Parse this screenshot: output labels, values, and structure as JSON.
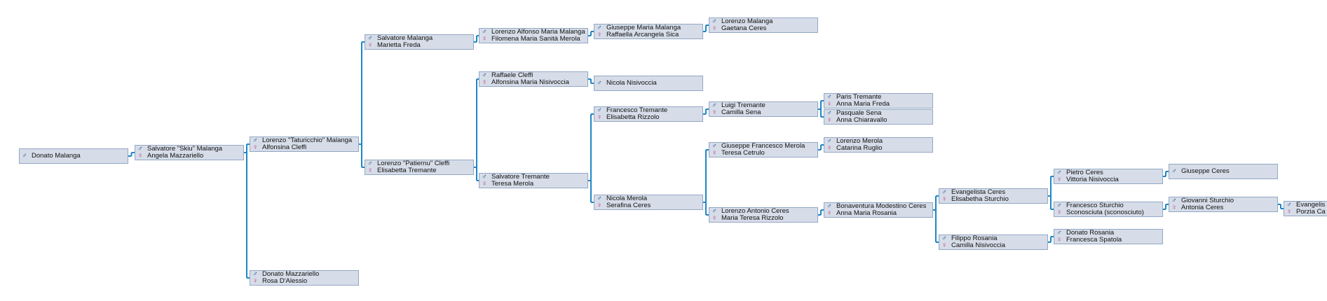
{
  "symbols": {
    "male": "♂",
    "female": "♀"
  },
  "colors": {
    "connector": "#1e86c4",
    "box_fill": "#d6dde8",
    "box_border": "#93a7c4",
    "male": "#1f4f9c",
    "female": "#c0287a"
  },
  "nodes": [
    {
      "id": "donato",
      "male": "Donato Malanga"
    },
    {
      "id": "salvatore-skiu",
      "male": "Salvatore \"Skiu\" Malanga",
      "female": "Angela Mazzariello"
    },
    {
      "id": "lorenzo-taturicchio",
      "male": "Lorenzo \"Taturicchio\" Malanga",
      "female": "Alfonsina Cleffi"
    },
    {
      "id": "donato-mazzariello",
      "male": "Donato Mazzariello",
      "female": "Rosa D'Alessio"
    },
    {
      "id": "salvatore-malanga",
      "male": "Salvatore Malanga",
      "female": "Marietta Freda"
    },
    {
      "id": "lorenzo-patiernu",
      "male": "Lorenzo \"Patiernu\" Cleffi",
      "female": "Elisabetta Tremante"
    },
    {
      "id": "lorenzo-alfonso",
      "male": "Lorenzo Alfonso Maria Malanga",
      "female": "Filomena Maria Sanità Merola"
    },
    {
      "id": "raffaele-cleffi",
      "male": "Raffaele Cleffi",
      "female": "Alfonsina Maria Nisivoccia"
    },
    {
      "id": "salvatore-tremante",
      "male": "Salvatore Tremante",
      "female": "Teresa Merola"
    },
    {
      "id": "giuseppe-maria",
      "male": "Giuseppe Maria Malanga",
      "female": "Raffaella Arcangela Sica"
    },
    {
      "id": "nicola-nisivoccia",
      "male": "Nicola Nisivoccia"
    },
    {
      "id": "francesco-tremante",
      "male": "Francesco Tremante",
      "female": "Elisabetta Rizzolo"
    },
    {
      "id": "nicola-merola",
      "male": "Nicola Merola",
      "female": "Serafina Ceres"
    },
    {
      "id": "lorenzo-malanga",
      "male": "Lorenzo Malanga",
      "female": "Gaetana Ceres"
    },
    {
      "id": "luigi-tremante",
      "male": "Luigi Tremante",
      "female": "Camilla Sena"
    },
    {
      "id": "giuseppe-francesco",
      "male": "Giuseppe Francesco Merola",
      "female": "Teresa Cetrulo"
    },
    {
      "id": "lorenzo-antonio",
      "male": "Lorenzo Antonio Ceres",
      "female": "Maria Teresa Rizzolo"
    },
    {
      "id": "paris-tremante",
      "male": "Paris Tremante",
      "female": "Anna Maria Freda"
    },
    {
      "id": "pasquale-sena",
      "male": "Pasquale Sena",
      "female": "Anna Chiaravallo"
    },
    {
      "id": "lorenzo-merola",
      "male": "Lorenzo Merola",
      "female": "Catarina Ruglio"
    },
    {
      "id": "bonaventura",
      "male": "Bonaventura Modestino Ceres",
      "female": "Anna Maria Rosania"
    },
    {
      "id": "evangelista",
      "male": "Evangelista Ceres",
      "female": "Elisabetha Sturchio"
    },
    {
      "id": "filippo",
      "male": "Filippo Rosania",
      "female": "Camilla Nisivoccia"
    },
    {
      "id": "pietro",
      "male": "Pietro Ceres",
      "female": "Vittoria Nisivoccia"
    },
    {
      "id": "francesco-sturchio",
      "male": "Francesco Sturchio",
      "female": "Sconosciuta (sconosciuto)"
    },
    {
      "id": "donato-rosania",
      "male": "Donato Rosania",
      "female": "Francesca Spatola"
    },
    {
      "id": "giuseppe-ceres",
      "male": "Giuseppe Ceres"
    },
    {
      "id": "giovanni-sturchio",
      "male": "Giovanni Sturchio",
      "female": "Antonia Ceres"
    },
    {
      "id": "evangelis-partial",
      "male": "Evangelis",
      "female": "Porzia Ca"
    }
  ],
  "edges": [
    [
      "donato",
      "salvatore-skiu"
    ],
    [
      "salvatore-skiu",
      "lorenzo-taturicchio"
    ],
    [
      "salvatore-skiu",
      "donato-mazzariello"
    ],
    [
      "lorenzo-taturicchio",
      "salvatore-malanga"
    ],
    [
      "lorenzo-taturicchio",
      "lorenzo-patiernu"
    ],
    [
      "salvatore-malanga",
      "lorenzo-alfonso"
    ],
    [
      "lorenzo-patiernu",
      "raffaele-cleffi"
    ],
    [
      "lorenzo-patiernu",
      "salvatore-tremante"
    ],
    [
      "lorenzo-alfonso",
      "giuseppe-maria"
    ],
    [
      "raffaele-cleffi",
      "nicola-nisivoccia"
    ],
    [
      "salvatore-tremante",
      "francesco-tremante"
    ],
    [
      "salvatore-tremante",
      "nicola-merola"
    ],
    [
      "giuseppe-maria",
      "lorenzo-malanga"
    ],
    [
      "francesco-tremante",
      "luigi-tremante"
    ],
    [
      "nicola-merola",
      "giuseppe-francesco"
    ],
    [
      "nicola-merola",
      "lorenzo-antonio"
    ],
    [
      "luigi-tremante",
      "paris-tremante"
    ],
    [
      "luigi-tremante",
      "pasquale-sena"
    ],
    [
      "giuseppe-francesco",
      "lorenzo-merola"
    ],
    [
      "lorenzo-antonio",
      "bonaventura"
    ],
    [
      "bonaventura",
      "evangelista"
    ],
    [
      "bonaventura",
      "filippo"
    ],
    [
      "evangelista",
      "pietro"
    ],
    [
      "evangelista",
      "francesco-sturchio"
    ],
    [
      "filippo",
      "donato-rosania"
    ],
    [
      "pietro",
      "giuseppe-ceres"
    ],
    [
      "francesco-sturchio",
      "giovanni-sturchio"
    ],
    [
      "giovanni-sturchio",
      "evangelis-partial"
    ]
  ]
}
